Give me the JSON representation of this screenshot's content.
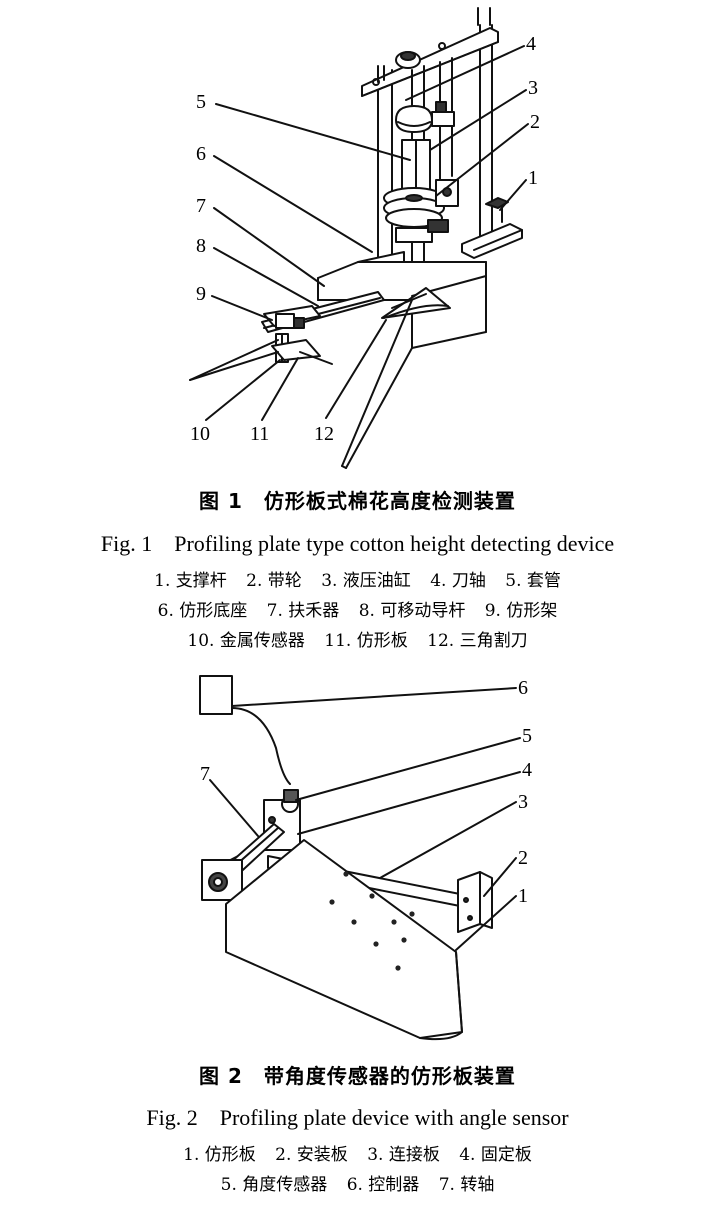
{
  "figure1": {
    "callouts": [
      "1",
      "2",
      "3",
      "4",
      "5",
      "6",
      "7",
      "8",
      "9",
      "10",
      "11",
      "12"
    ],
    "caption_zh": "图 1　仿形板式棉花高度检测装置",
    "caption_en": "Fig. 1　Profiling plate type cotton height detecting device",
    "legend_lines": [
      [
        "1. 支撑杆",
        "2. 带轮",
        "3. 液压油缸",
        "4. 刀轴",
        "5. 套管"
      ],
      [
        "6. 仿形底座",
        "7. 扶禾器",
        "8. 可移动导杆",
        "9. 仿形架"
      ],
      [
        "10. 金属传感器",
        "11. 仿形板",
        "12. 三角割刀"
      ]
    ]
  },
  "figure2": {
    "callouts": [
      "1",
      "2",
      "3",
      "4",
      "5",
      "6",
      "7"
    ],
    "caption_zh": "图 2　带角度传感器的仿形板装置",
    "caption_en": "Fig. 2　Profiling plate device with angle sensor",
    "legend_lines": [
      [
        "1. 仿形板",
        "2. 安装板",
        "3. 连接板",
        "4. 固定板"
      ],
      [
        "5. 角度传感器",
        "6. 控制器",
        "7. 转轴"
      ]
    ]
  }
}
